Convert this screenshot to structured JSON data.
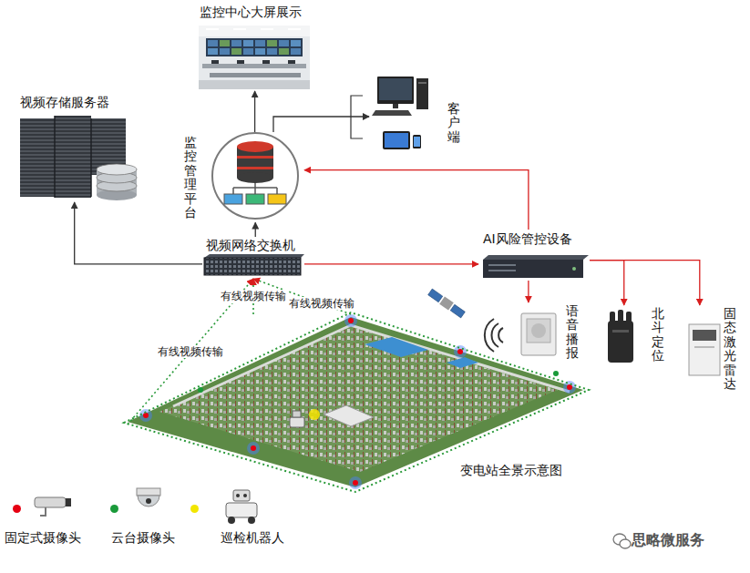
{
  "diagram": {
    "nodes": [
      {
        "text": [
          "监控中心大屏展示"
        ]
      },
      {
        "text": [
          "视频存储服务器"
        ]
      },
      {
        "text": [
          "监控管理平台"
        ]
      },
      {
        "text": [
          "客户端"
        ]
      },
      {
        "text": [
          "视频网络交换机"
        ]
      },
      {
        "text": [
          "AI风险管控设备"
        ]
      },
      {
        "text": [
          "语音播报"
        ]
      },
      {
        "text": [
          "北斗定位"
        ]
      },
      {
        "text": [
          "固态激光雷达"
        ]
      },
      {
        "text": [
          "变电站全景示意图"
        ]
      }
    ],
    "edges": [
      {
        "from": 2,
        "to": 0,
        "arrow": "to"
      },
      {
        "from": 2,
        "to": 3,
        "arrow": "to"
      },
      {
        "from": 4,
        "to": 2,
        "arrow": "to"
      },
      {
        "from": 4,
        "to": 1,
        "arrow": "to"
      },
      {
        "from": 4,
        "to": 5,
        "arrow": "to"
      },
      {
        "from": 5,
        "to": 2,
        "arrow": "to"
      },
      {
        "from": 5,
        "to": 6,
        "arrow": "to"
      },
      {
        "from": 5,
        "to": 7,
        "arrow": "to"
      },
      {
        "from": 5,
        "to": 8,
        "arrow": "to"
      },
      {
        "from": 9,
        "to": 4,
        "label": "有线视频传输",
        "arrow": "to"
      },
      {
        "from": 9,
        "to": 4,
        "label": "有线视频传输",
        "arrow": "to"
      },
      {
        "from": 9,
        "to": 4,
        "label": "有线视频传输",
        "arrow": "to"
      }
    ],
    "labels": [
      "思略微服务"
    ],
    "legend": [
      {
        "text": "固定式摄像头",
        "color": "#e60012"
      },
      {
        "text": "云台摄像头",
        "color": "#1a9a3a"
      },
      {
        "text": "巡检机器人",
        "color": "#f2e600"
      }
    ]
  }
}
